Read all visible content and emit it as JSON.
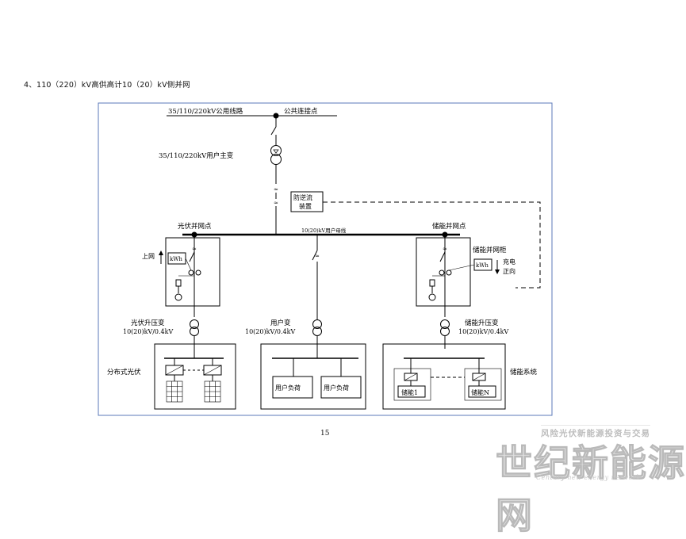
{
  "heading": "4、110（220）kV高供高计10（20）kV侧并网",
  "page_number": "15",
  "diagram": {
    "line_label": "35/110/220kV公用线路",
    "pcc_label": "公共连接点",
    "main_transformer": "35/110/220kV用户主变",
    "anti_reverse_line1": "防逆流",
    "anti_reverse_line2": "装置",
    "pv_connection_point": "光伏并网点",
    "busbar_label": "10(20)kV用户母线",
    "storage_connection_point": "储能并网点",
    "upload_label": "上网",
    "kwh_left": "kWh",
    "kwh_right": "kWh",
    "storage_cabinet": "储能并网柜",
    "charge_line1": "充电",
    "charge_line2": "正向",
    "pv_step_up": "光伏升压变",
    "pv_step_up_ratio": "10(20)kV/0.4kV",
    "user_transformer": "用户变",
    "user_transformer_ratio": "10(20)kV/0.4kV",
    "storage_step_up": "储能升压变",
    "storage_step_up_ratio": "10(20)kV/0.4kV",
    "distributed_pv": "分布式光伏",
    "user_load_1": "用户负荷",
    "user_load_2": "用户负荷",
    "storage_1": "储能1",
    "storage_n": "储能N",
    "storage_system": "储能系统"
  },
  "watermark": {
    "top": "风险光伏新能源投资与交易",
    "big": "世纪新能源网",
    "english": "Century new energy network"
  }
}
